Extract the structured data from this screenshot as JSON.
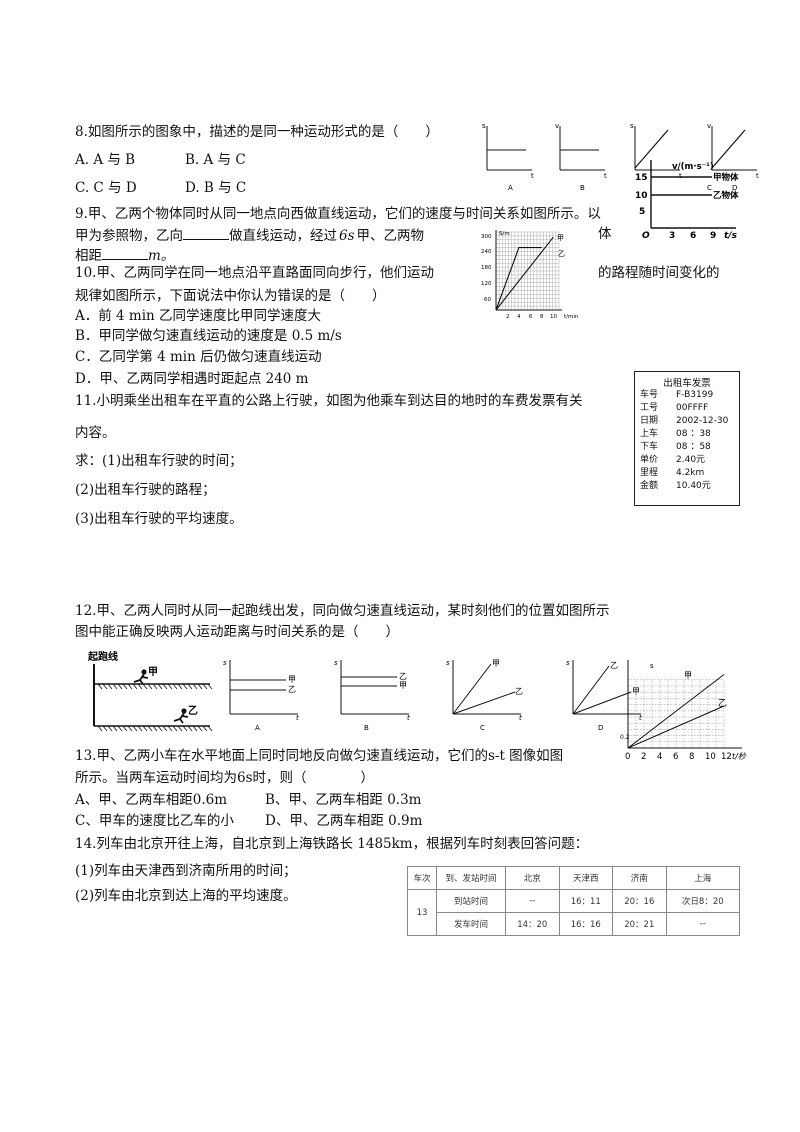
{
  "q8": {
    "stem": "8.如图所示的图象中，描述的是同一种运动形式的是（　　）",
    "optA": "A.  A 与 B",
    "optB": "B.  A 与 C",
    "optC": "C.  C 与 D",
    "optD": "D.  B 与 C",
    "graphs": [
      {
        "y": "s",
        "x": "t",
        "caption": "A"
      },
      {
        "y": "v",
        "x": "t",
        "caption": "B"
      },
      {
        "y": "s",
        "x": "t",
        "caption": "C"
      },
      {
        "y": "v",
        "x": "t",
        "caption": "D"
      }
    ]
  },
  "q9": {
    "line1": "9.甲、乙两个物体同时从同一地点向西做直线运动，它们的速度与时间关系如图所示。以",
    "line2a": "甲为参照物，乙向",
    "line2b": "做直线运动，经过",
    "line2c": "6s",
    "line2d": "甲、乙两物",
    "line2e": "体",
    "line3a": "相距",
    "line3b": "m。",
    "chart_data": {
      "type": "line",
      "ylabel": "v/(m·s⁻¹)",
      "xlabel": "t/s",
      "yticks": [
        "15",
        "10",
        "5"
      ],
      "xticks": [
        "O",
        "3",
        "6",
        "9"
      ],
      "series": [
        {
          "name": "甲物体",
          "x": [
            0,
            11
          ],
          "y": [
            15,
            15
          ]
        },
        {
          "name": "乙物体",
          "x": [
            0,
            11
          ],
          "y": [
            10,
            10
          ]
        }
      ]
    }
  },
  "q10": {
    "line1a": "10.甲、乙两同学在同一地点沿平直路面同向步行，他们运动",
    "line1b": "的路程随时间变化的",
    "line2": "规律如图所示，下面说法中你认为错误的是（　　）",
    "optA": "A．前 4 min 乙同学速度比甲同学速度大",
    "optB": "B．甲同学做匀速直线运动的速度是 0.5 m/s",
    "optC": "C．乙同学第 4 min 后仍做匀速直线运动",
    "optD": "D．甲、乙两同学相遇时距起点 240 m",
    "chart_data": {
      "type": "line",
      "ylabel": "S/m",
      "xlabel": "t/min",
      "yticks": [
        "300",
        "240",
        "180",
        "120",
        "60"
      ],
      "xticks": [
        "2",
        "4",
        "6",
        "8",
        "10"
      ],
      "xlim": [
        0,
        11
      ],
      "ylim": [
        0,
        300
      ],
      "series": [
        {
          "name": "甲",
          "x": [
            0,
            10
          ],
          "y": [
            0,
            280
          ]
        },
        {
          "name": "乙",
          "x": [
            0,
            4,
            8
          ],
          "y": [
            0,
            240,
            240
          ]
        }
      ]
    }
  },
  "q11": {
    "line1": "11.小明乘坐出租车在平直的公路上行驶，如图为他乘车到达目的地时的车费发票有关",
    "line2": "内容。",
    "line3": "求：(1)出租车行驶的时间；",
    "line4": "(2)出租车行驶的路程；",
    "line5": "(3)出租车行驶的平均速度。",
    "invoice": {
      "title": "出租车发票",
      "rows": [
        {
          "k": "车号",
          "v": "F-B3199"
        },
        {
          "k": "工号",
          "v": "00FFFF"
        },
        {
          "k": "日期",
          "v": "2002-12-30"
        },
        {
          "k": "上车",
          "v": "08 ：38"
        },
        {
          "k": "下车",
          "v": "08 ：58"
        },
        {
          "k": "单价",
          "v": "2.40元"
        },
        {
          "k": "里程",
          "v": "4.2km"
        },
        {
          "k": "金额",
          "v": "10.40元"
        }
      ]
    }
  },
  "q12": {
    "line1": "12.甲、乙两人同时从同一起跑线出发，同向做匀速直线运动，某时刻他们的位置如图所示",
    "line2": "图中能正确反映两人运动距离与时间关系的是（　　）",
    "start_label": "起跑线",
    "jia": "甲",
    "yi": "乙",
    "s": "s",
    "t": "t",
    "captions": [
      "A",
      "B",
      "C",
      "D"
    ]
  },
  "q13": {
    "line1": "13.甲、乙两小车在水平地面上同时同地反向做匀速直线运动，它们的s-t 图像如图",
    "line2": "所示。当两车运动时间均为6s时，则（　　　　）",
    "optA": " A、甲、乙两车相距0.6m",
    "optB": "B、甲、乙两车相距 0.3m",
    "optC": " C、甲车的速度比乙车的小",
    "optD": "D、甲、乙两车相距 0.9m",
    "chart_data": {
      "type": "line",
      "xlabel": "t/秒",
      "ylabel": "s",
      "xticks": [
        "0",
        "2",
        "4",
        "6",
        "8",
        "10",
        "12"
      ],
      "ytick_label": "0.2",
      "series": [
        {
          "name": "甲",
          "x": [
            0,
            12
          ],
          "y": [
            0,
            1.4
          ]
        },
        {
          "name": "乙",
          "x": [
            0,
            12
          ],
          "y": [
            0,
            0.8
          ]
        }
      ]
    }
  },
  "q14": {
    "line1": "14.列车由北京开往上海，自北京到上海铁路长 1485km，根据列车时刻表回答问题：",
    "line2": "(1)列车由天津西到济南所用的时间；",
    "line3": "(2)列车由北京到达上海的平均速度。",
    "table": {
      "headers": [
        "车次",
        "到、发站时间",
        "北京",
        "天津西",
        "济南",
        "上海"
      ],
      "train": "13",
      "arrive_label": "到站时间",
      "depart_label": "发车时间",
      "arrive": [
        "--",
        "16：11",
        "20：16",
        "次日8：20"
      ],
      "depart": [
        "14：20",
        "16：16",
        "20：21",
        "--"
      ]
    }
  }
}
